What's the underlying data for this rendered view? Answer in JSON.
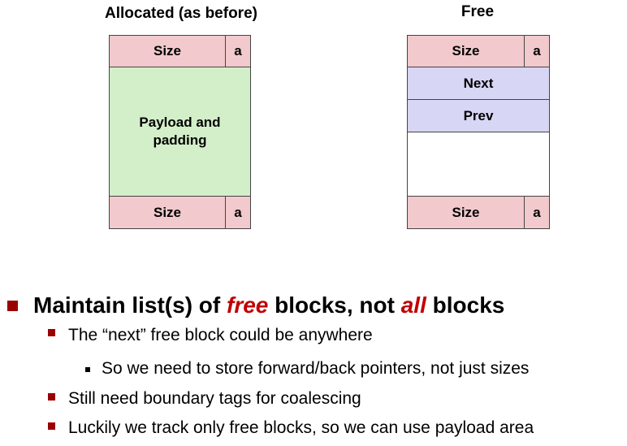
{
  "allocated": {
    "title": "Allocated (as before)",
    "header_size": "Size",
    "header_flag": "a",
    "payload": "Payload and\npadding",
    "footer_size": "Size",
    "footer_flag": "a"
  },
  "free": {
    "title": "Free",
    "header_size": "Size",
    "header_flag": "a",
    "next": "Next",
    "prev": "Prev",
    "footer_size": "Size",
    "footer_flag": "a"
  },
  "bullets": {
    "main": {
      "part1": "Maintain list(s) of ",
      "emph1": "free",
      "part2": " blocks, not ",
      "emph2": "all",
      "part3": " blocks"
    },
    "sub1": "The “next” free block could be anywhere",
    "sub1_1": "So we need to store forward/back pointers, not just sizes",
    "sub2": "Still need boundary tags for coalescing",
    "sub3": "Luckily we track only free blocks, so we can use payload area"
  },
  "colors": {
    "tag": "#f2c9cc",
    "payload": "#d3efc9",
    "pointer": "#d8d6f5",
    "bullet": "#9a0000",
    "emphasis": "#c00000"
  }
}
